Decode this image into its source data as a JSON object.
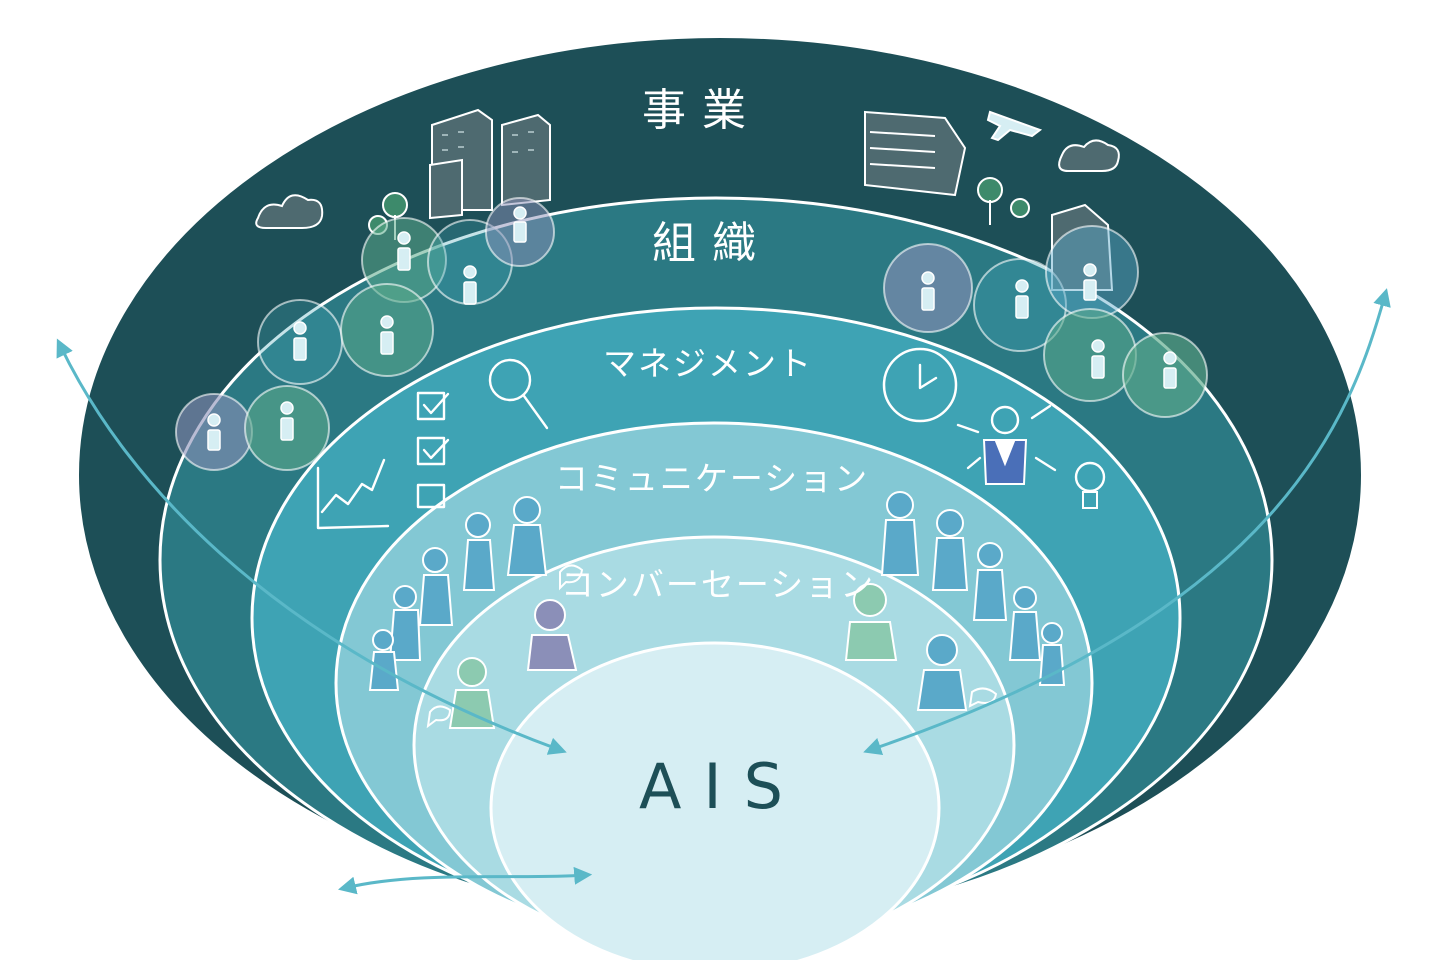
{
  "layers": [
    {
      "label": "事業"
    },
    {
      "label": "組織"
    },
    {
      "label": "マネジメント"
    },
    {
      "label": "コミュニケーション"
    },
    {
      "label": "コンバーセーション"
    },
    {
      "label": "AIS"
    }
  ],
  "colors": {
    "layer_1": "#1d4f57",
    "layer_2": "#2b7983",
    "layer_3": "#3ea3b4",
    "layer_4": "#83c8d4",
    "layer_5": "#a9dbe3",
    "layer_6": "#d6eef3",
    "arrow": "#5ab8c8",
    "building": "#4e6a70",
    "person_blue": "#5aa9c9",
    "person_green": "#8ccab0",
    "person_purple": "#8b8fb8"
  },
  "icons": [
    "building-icon",
    "cloud-icon",
    "airplane-icon",
    "tree-icon",
    "person-bubble-icon",
    "chart-icon",
    "checklist-icon",
    "magnifier-icon",
    "clock-icon",
    "manager-icon",
    "lightbulb-icon",
    "people-icon",
    "arrow-icon"
  ]
}
